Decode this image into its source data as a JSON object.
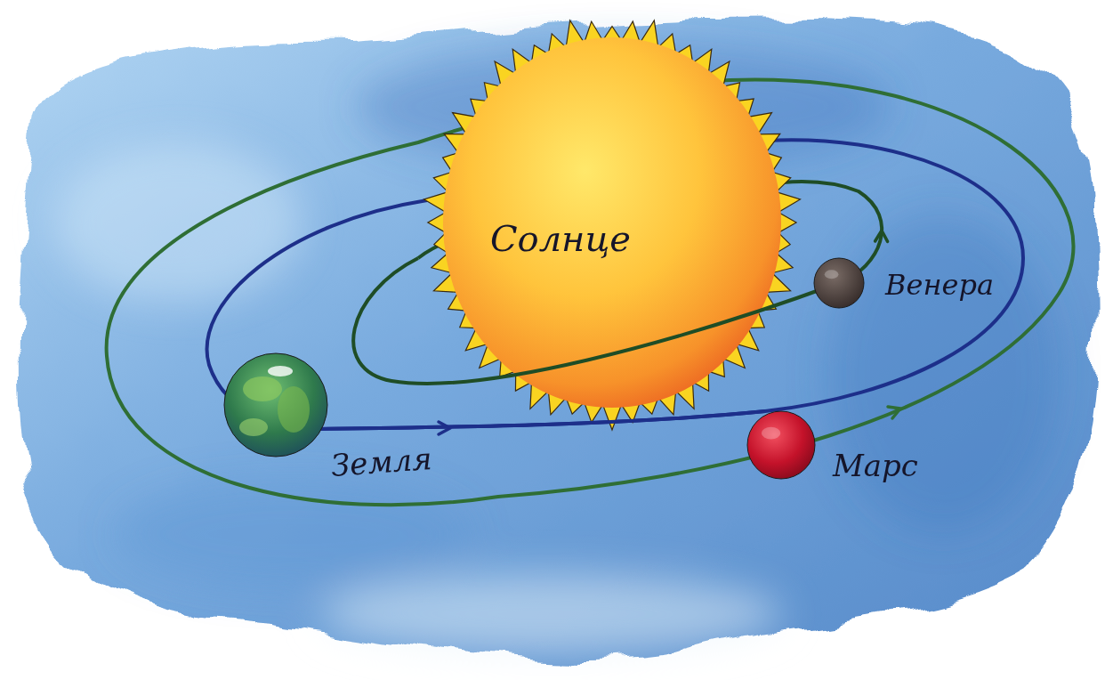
{
  "diagram": {
    "nodes": [
      {
        "text": [
          "Солнце"
        ]
      },
      {
        "text": [
          "Венера"
        ]
      },
      {
        "text": [
          "Земля"
        ]
      },
      {
        "text": [
          "Марс"
        ]
      }
    ]
  }
}
